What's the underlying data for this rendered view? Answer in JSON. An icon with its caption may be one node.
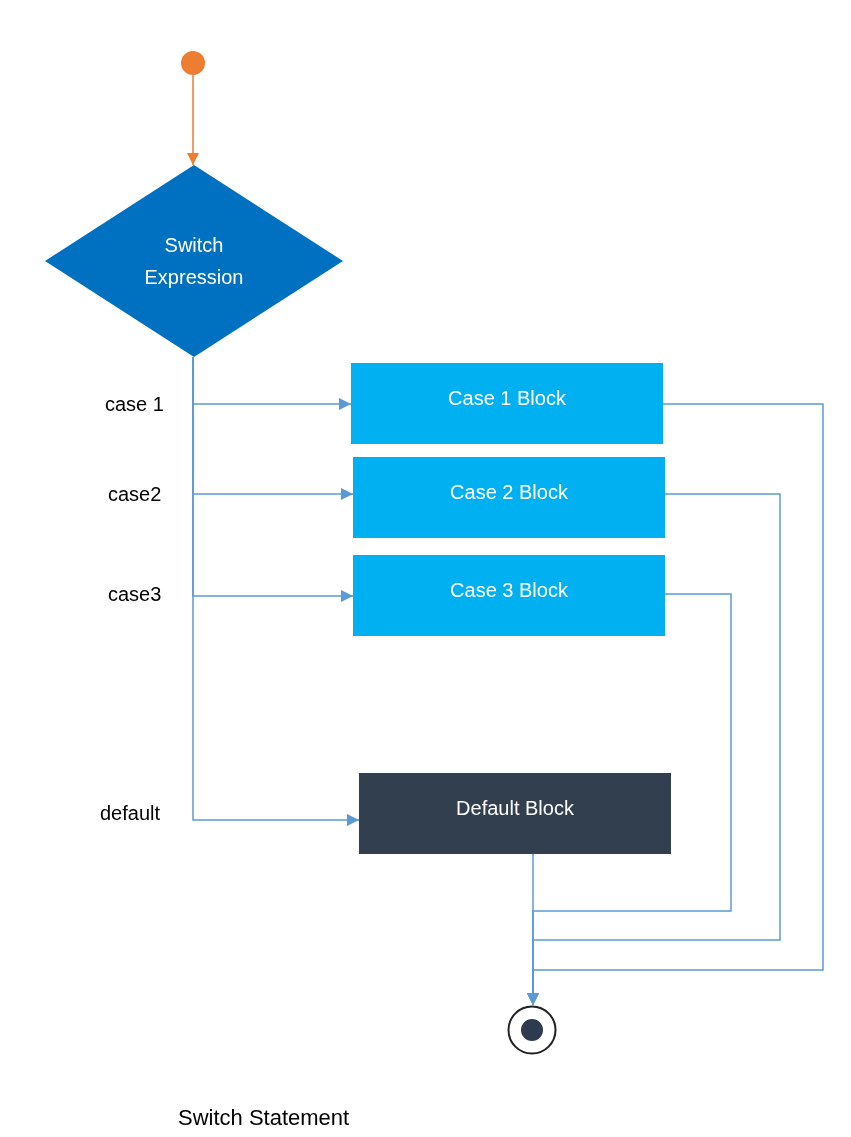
{
  "diagram": {
    "caption": "Switch Statement",
    "nodes": [
      {
        "text": [],
        "shape": "circle"
      },
      {
        "text": [
          "Switch Expression"
        ]
      },
      {
        "text": [
          "Case 1 Block"
        ]
      },
      {
        "text": [
          "Case 2 Block"
        ]
      },
      {
        "text": [
          "Case 3 Block"
        ]
      },
      {
        "text": [
          "Default Block"
        ]
      },
      {
        "text": [],
        "shape": "circle"
      }
    ],
    "edges": [
      {
        "from": 0,
        "to": 1,
        "arrow": "to",
        "color": "#ed7d31"
      },
      {
        "from": 1,
        "to": 2,
        "arrow": "to",
        "label": "case 1"
      },
      {
        "from": 1,
        "to": 3,
        "arrow": "to",
        "label": "case2"
      },
      {
        "from": 1,
        "to": 4,
        "arrow": "to",
        "label": "case3"
      },
      {
        "from": 1,
        "to": 5,
        "arrow": "to",
        "label": "default"
      },
      {
        "from": 2,
        "to": 6,
        "arrow": "to"
      },
      {
        "from": 3,
        "to": 6,
        "arrow": "to"
      },
      {
        "from": 4,
        "to": 6,
        "arrow": "to"
      },
      {
        "from": 5,
        "to": 6,
        "arrow": "to"
      }
    ]
  }
}
